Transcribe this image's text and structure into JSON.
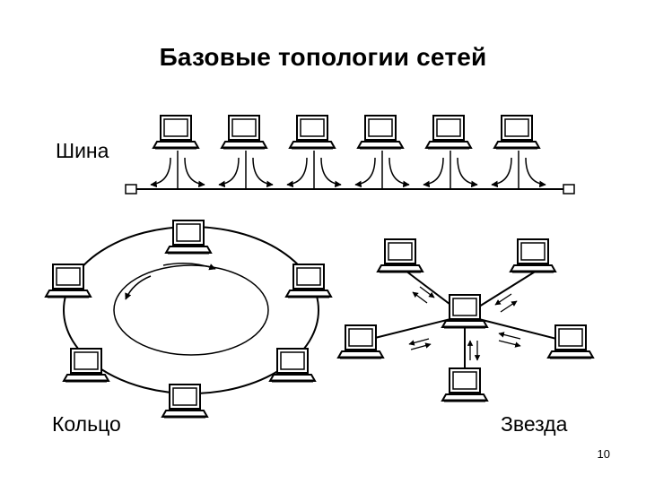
{
  "title": "Базовые топологии сетей",
  "labels": {
    "bus": "Шина",
    "ring": "Кольцо",
    "star": "Звезда"
  },
  "page_number": "10",
  "colors": {
    "ink": "#000000",
    "background": "#ffffff"
  },
  "icons": {
    "node": "computer-icon",
    "terminator": "terminator-icon"
  }
}
